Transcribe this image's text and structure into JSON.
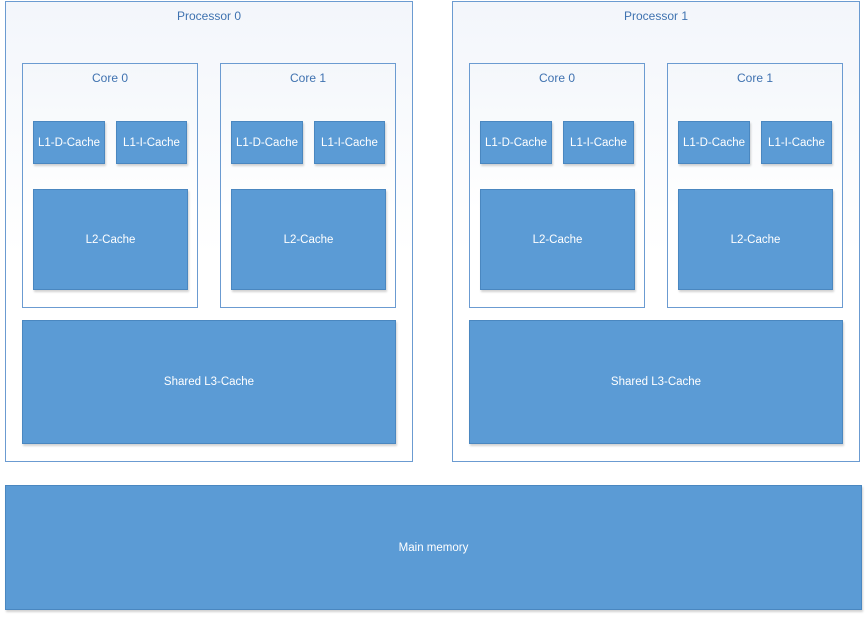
{
  "processors": [
    {
      "title": "Processor 0",
      "cores": [
        {
          "title": "Core 0",
          "l1d": "L1-D-Cache",
          "l1i": "L1-I-Cache",
          "l2": "L2-Cache"
        },
        {
          "title": "Core 1",
          "l1d": "L1-D-Cache",
          "l1i": "L1-I-Cache",
          "l2": "L2-Cache"
        }
      ],
      "l3": "Shared L3-Cache"
    },
    {
      "title": "Processor 1",
      "cores": [
        {
          "title": "Core 0",
          "l1d": "L1-D-Cache",
          "l1i": "L1-I-Cache",
          "l2": "L2-Cache"
        },
        {
          "title": "Core 1",
          "l1d": "L1-D-Cache",
          "l1i": "L1-I-Cache",
          "l2": "L2-Cache"
        }
      ],
      "l3": "Shared L3-Cache"
    }
  ],
  "main_memory": "Main memory",
  "colors": {
    "block_fill": "#5b9bd5",
    "outline": "#6b9bd1",
    "title_text": "#3f72b0"
  }
}
